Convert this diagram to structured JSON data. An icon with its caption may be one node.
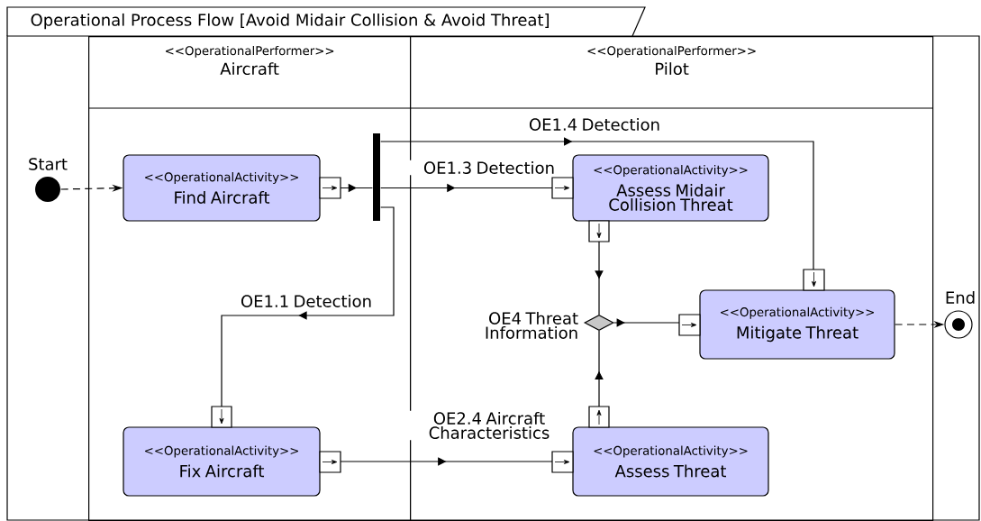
{
  "diagram": {
    "nodes": [
      {
        "text": [
          "Operational Process Flow [Avoid Midair Collision & Avoid Threat]"
        ]
      },
      {
        "text": [
          "<<OperationalPerformer>>",
          "Aircraft"
        ],
        "in": 0
      },
      {
        "text": [
          "<<OperationalPerformer>>",
          "Pilot"
        ],
        "in": 0
      },
      {
        "text": [],
        "shape": "circle",
        "beside": [
          "Start"
        ],
        "in": 0
      },
      {
        "text": [
          "<<OperationalActivity>>",
          "Find Aircraft"
        ],
        "in": 1
      },
      {
        "text": [],
        "shape": "bar",
        "in": 1
      },
      {
        "text": [
          "<<OperationalActivity>>",
          "Assess Midair Collision Threat"
        ],
        "in": 2
      },
      {
        "text": [],
        "shape": "diamond",
        "beside": [
          "OE4 Threat Information"
        ],
        "in": 2
      },
      {
        "text": [
          "<<OperationalActivity>>",
          "Mitigate Threat"
        ],
        "in": 2
      },
      {
        "text": [
          "<<OperationalActivity>>",
          "Fix Aircraft"
        ],
        "in": 1
      },
      {
        "text": [
          "<<OperationalActivity>>",
          "Assess Threat"
        ],
        "in": 2
      },
      {
        "text": [],
        "shape": "circle",
        "beside": [
          "End"
        ],
        "in": 0
      }
    ],
    "edges": [
      {
        "from": 3,
        "to": 4,
        "arrow": "to",
        "style": "dashed"
      },
      {
        "from": 4,
        "to": 5,
        "arrow": "to"
      },
      {
        "from": 5,
        "to": 6,
        "arrow": "to",
        "label": "OE1.3 Detection"
      },
      {
        "from": 5,
        "to": 8,
        "arrow": "to",
        "label": "OE1.4 Detection"
      },
      {
        "from": 5,
        "to": 9,
        "arrow": "to",
        "label": "OE1.1 Detection"
      },
      {
        "from": 6,
        "to": 7,
        "arrow": "to"
      },
      {
        "from": 10,
        "to": 7,
        "arrow": "to"
      },
      {
        "from": 7,
        "to": 8,
        "arrow": "to"
      },
      {
        "from": 9,
        "to": 10,
        "arrow": "to",
        "label": "OE2.4 Aircraft Characteristics"
      },
      {
        "from": 8,
        "to": 11,
        "arrow": "to",
        "style": "dashed"
      }
    ]
  }
}
